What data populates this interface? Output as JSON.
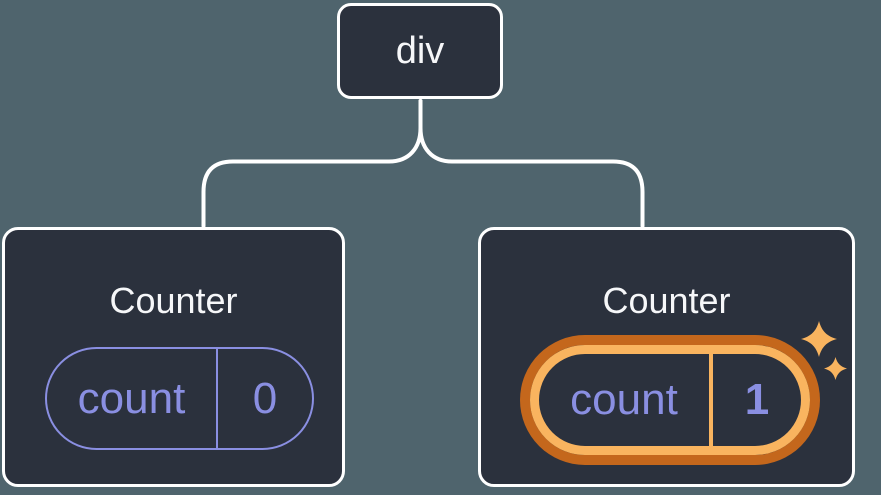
{
  "tree": {
    "root": {
      "label": "div"
    },
    "children": [
      {
        "title": "Counter",
        "state_key": "count",
        "state_value": "0",
        "highlighted": false
      },
      {
        "title": "Counter",
        "state_key": "count",
        "state_value": "1",
        "highlighted": true
      }
    ]
  },
  "icons": {
    "sparkle_large": "sparkle-icon",
    "sparkle_small": "sparkle-icon"
  },
  "colors": {
    "background": "#4f646d",
    "card_background": "#2b313d",
    "border_white": "#ffffff",
    "text_primary": "#f6f7f9",
    "state_purple": "#8a8fe2",
    "highlight_orange": "#f9b45f",
    "highlight_orange_dark": "#c4671c"
  }
}
